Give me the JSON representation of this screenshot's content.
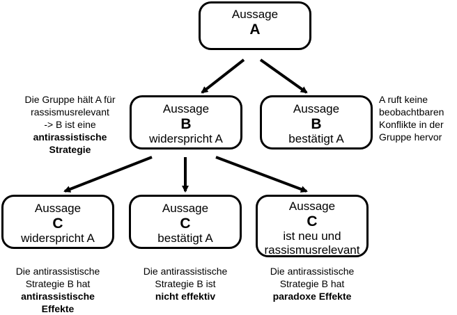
{
  "nodes": {
    "a": {
      "line1": "Aussage",
      "line2": "A",
      "line3": "",
      "line4": ""
    },
    "b1": {
      "line1": "Aussage",
      "line2": "B",
      "line3": "widerspricht A",
      "line4": ""
    },
    "b2": {
      "line1": "Aussage",
      "line2": "B",
      "line3": "bestätigt A",
      "line4": ""
    },
    "c1": {
      "line1": "Aussage",
      "line2": "C",
      "line3": "widerspricht A",
      "line4": ""
    },
    "c2": {
      "line1": "Aussage",
      "line2": "C",
      "line3": "bestätigt A",
      "line4": ""
    },
    "c3": {
      "line1": "Aussage",
      "line2": "C",
      "line3": "ist neu und",
      "line4": "rassismusrelevant"
    }
  },
  "notes": {
    "left": {
      "l1": "Die Gruppe hält A für",
      "l2": "rassismusrelevant",
      "l3": "-> B ist eine",
      "l4": "antirassistische",
      "l5": "Strategie"
    },
    "right": {
      "l1": "A ruft keine",
      "l2": "beobachtbaren",
      "l3": "Konflikte in der",
      "l4": "Gruppe hervor"
    },
    "c1": {
      "l1": "Die antirassistische",
      "l2": "Strategie B hat",
      "l3": "antirassistische",
      "l4": "Effekte"
    },
    "c2": {
      "l1": "Die antirassistische",
      "l2": "Strategie B ist",
      "l3": "nicht effektiv"
    },
    "c3": {
      "l1": "Die antirassistische",
      "l2": "Strategie B hat",
      "l3": "paradoxe Effekte"
    }
  }
}
